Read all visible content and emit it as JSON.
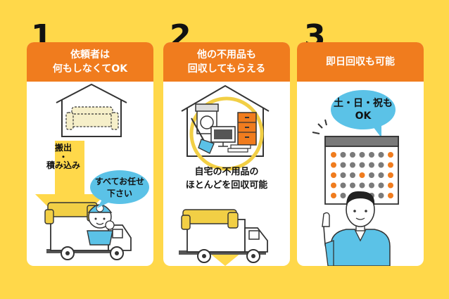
{
  "steps": [
    {
      "number": "1",
      "title_line1": "依頼者は",
      "title_line2": "何もしなくてOK",
      "arrow_text_line1": "搬出",
      "arrow_text_dot": "・",
      "arrow_text_line2": "積み込み",
      "bubble_line1": "すべてお任せ",
      "bubble_line2": "下さい"
    },
    {
      "number": "2",
      "title_line1": "他の不用品も",
      "title_line2": "回収してもらえる",
      "caption_line1": "自宅の不用品の",
      "caption_line2": "ほとんどを回収可能"
    },
    {
      "number": "3",
      "title_line1": "即日回収も可能",
      "bubble_line1": "土・日・祝も",
      "bubble_line2": "OK"
    }
  ],
  "colors": {
    "background": "#FFD84A",
    "header_orange": "#F07C1E",
    "bubble_blue": "#5BC2E7",
    "calendar_orange": "#F07C1E",
    "calendar_gray": "#7A7A7A",
    "sofa_yellow": "#F2CF45"
  },
  "icons": [
    "house-icon",
    "sofa-icon",
    "down-arrow-icon",
    "truck-icon",
    "worker-icon",
    "laundry-machine-icon",
    "tv-icon",
    "drawer-icon",
    "calendar-icon",
    "man-pointing-icon"
  ]
}
